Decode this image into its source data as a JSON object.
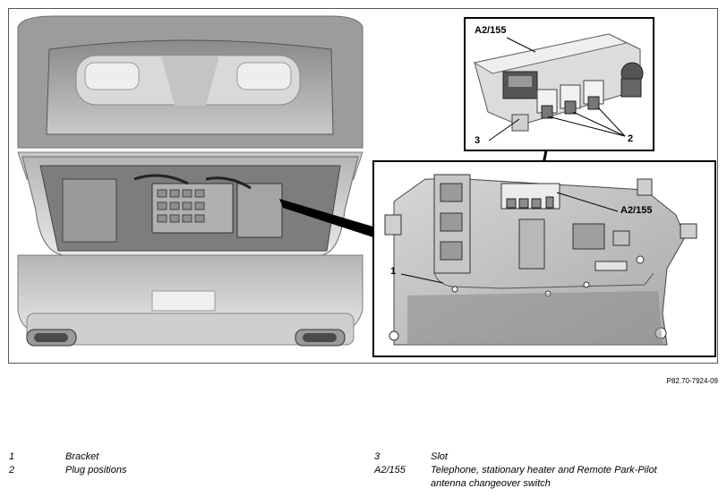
{
  "figure": {
    "callouts": {
      "inset_top_a2": "A2/155",
      "inset_top_3": "3",
      "inset_top_2": "2",
      "inset_main_a2": "A2/155",
      "inset_main_1": "1"
    }
  },
  "reference_code": "P82.70-7924-09",
  "legend": [
    {
      "key": "1",
      "desc": "Bracket"
    },
    {
      "key": "2",
      "desc": "Plug positions"
    },
    {
      "key": "3",
      "desc": "Slot"
    },
    {
      "key": "A2/155",
      "desc": "Telephone, stationary heater and Remote Park-Pilot",
      "desc2": "antenna changeover switch"
    }
  ]
}
